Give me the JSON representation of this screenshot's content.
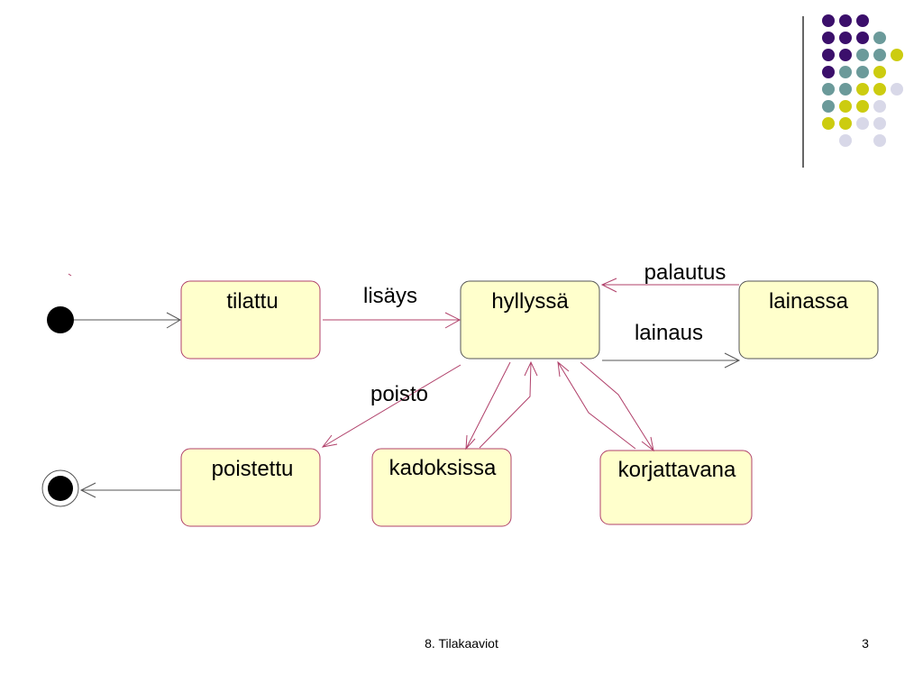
{
  "states": {
    "tilattu": "tilattu",
    "hyllyssa": "hyllyssä",
    "lainassa": "lainassa",
    "poistettu": "poistettu",
    "kadoksissa": "kadoksissa",
    "korjattavana": "korjattavana"
  },
  "transitions": {
    "lisays": "lisäys",
    "palautus": "palautus",
    "lainaus": "lainaus",
    "poisto": "poisto"
  },
  "footer": {
    "title": "8. Tilakaaviot",
    "page": "3"
  },
  "colors": {
    "state_fill": "#ffffcc",
    "state_border": "#b0406a",
    "arrow_pink": "#b0406a",
    "arrow_dark": "#555555",
    "dot_purple": "#3b0f6b",
    "dot_teal": "#6b9a9a",
    "dot_yellow": "#cccc10",
    "dot_lavender": "#d8d8e8"
  }
}
